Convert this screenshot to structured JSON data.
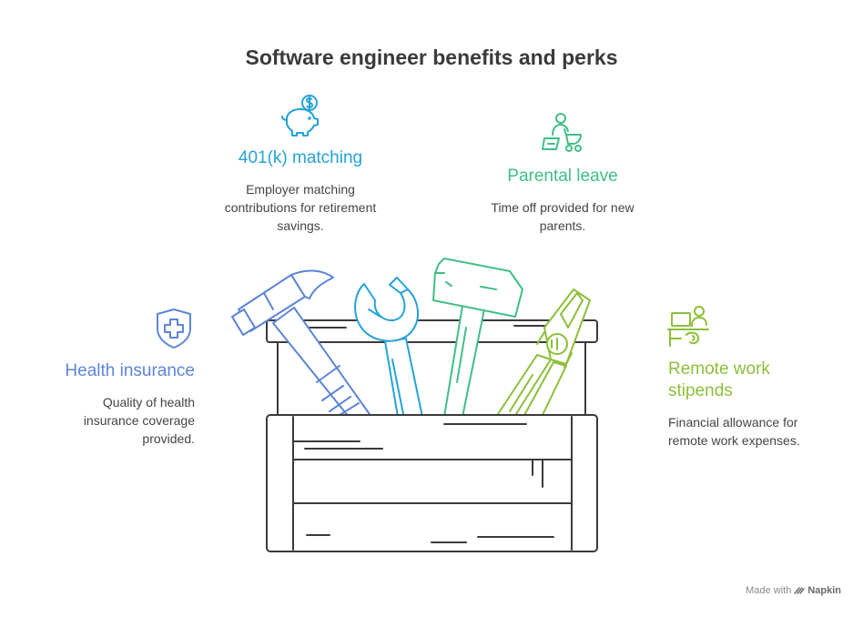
{
  "title": "Software engineer benefits and perks",
  "colors": {
    "health": "#5b85d6",
    "retirement": "#25a3d6",
    "parental": "#3fbf85",
    "remote": "#8cbf3a",
    "outline": "#3a3a3a"
  },
  "items": [
    {
      "key": "health",
      "heading": "Health insurance",
      "description": "Quality of health insurance coverage provided.",
      "icon": "shield-plus-icon"
    },
    {
      "key": "retirement",
      "heading": "401(k) matching",
      "description": "Employer matching contributions for retirement savings.",
      "icon": "piggy-bank-icon"
    },
    {
      "key": "parental",
      "heading": "Parental leave",
      "description": "Time off provided for new parents.",
      "icon": "parent-stroller-icon"
    },
    {
      "key": "remote",
      "heading": "Remote work stipends",
      "description": "Financial allowance for remote work expenses.",
      "icon": "remote-worker-icon"
    }
  ],
  "credit": {
    "prefix": "Made with",
    "brand": "Napkin"
  }
}
